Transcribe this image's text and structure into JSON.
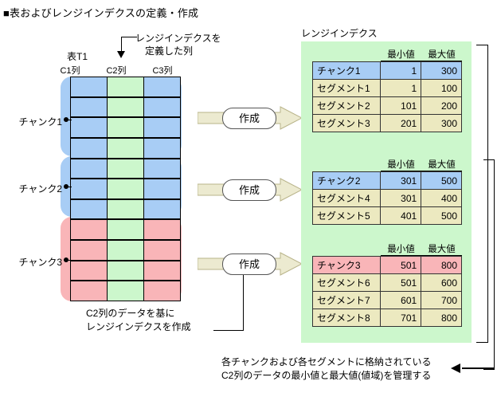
{
  "page": {
    "title": "■表およびレンジインデクスの定義・作成"
  },
  "left_table": {
    "table_label": "表T1",
    "columns": [
      "C1列",
      "C2列",
      "C3列"
    ],
    "chunks": [
      {
        "label": "チャンク1",
        "rows": 4,
        "color": "#a8cdf5"
      },
      {
        "label": "チャンク2",
        "rows": 3,
        "color": "#a8cdf5"
      },
      {
        "label": "チャンク3",
        "rows": 4,
        "color": "#f9b5b8"
      }
    ],
    "indexed_column_color": "#ccf7cc"
  },
  "annotations": {
    "c2_note_line1": "レンジインデクスを",
    "c2_note_line2": "定義した列",
    "bottom_note_line1": "C2列のデータを基に",
    "bottom_note_line2": "レンジインデクスを作成",
    "bottom_caption_line1": "各チャンクおよび各セグメントに格納されている",
    "bottom_caption_line2": "C2列のデータの最小値と最大値(値域)を管理する"
  },
  "process_arrows": [
    {
      "label": "作成"
    },
    {
      "label": "作成"
    },
    {
      "label": "作成"
    }
  ],
  "range_index": {
    "title": "レンジインデクス",
    "header_min": "最小値",
    "header_max": "最大値",
    "blocks": [
      {
        "head_color": "#a8cdf5",
        "rows": [
          {
            "name": "チャンク1",
            "min": "1",
            "max": "300"
          },
          {
            "name": "セグメント1",
            "min": "1",
            "max": "100"
          },
          {
            "name": "セグメント2",
            "min": "101",
            "max": "200"
          },
          {
            "name": "セグメント3",
            "min": "201",
            "max": "300"
          }
        ]
      },
      {
        "head_color": "#a8cdf5",
        "rows": [
          {
            "name": "チャンク2",
            "min": "301",
            "max": "500"
          },
          {
            "name": "セグメント4",
            "min": "301",
            "max": "400"
          },
          {
            "name": "セグメント5",
            "min": "401",
            "max": "500"
          }
        ]
      },
      {
        "head_color": "#f9b5b8",
        "rows": [
          {
            "name": "チャンク3",
            "min": "501",
            "max": "800"
          },
          {
            "name": "セグメント6",
            "min": "501",
            "max": "600"
          },
          {
            "name": "セグメント7",
            "min": "601",
            "max": "700"
          },
          {
            "name": "セグメント8",
            "min": "701",
            "max": "800"
          }
        ]
      }
    ]
  }
}
